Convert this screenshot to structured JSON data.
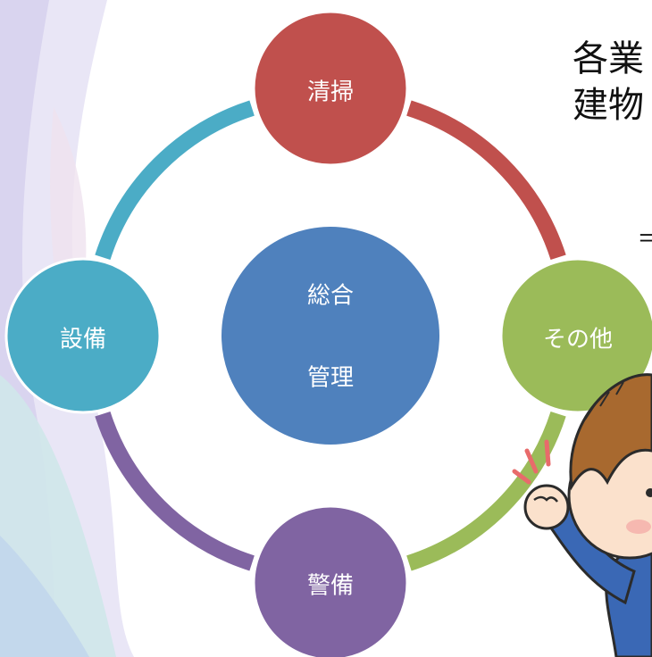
{
  "diagram": {
    "center": {
      "line1": "総合",
      "line2": "管理",
      "color": "#4f81bd"
    },
    "nodes": [
      {
        "id": "cleaning",
        "label": "清掃",
        "color": "#c0504d"
      },
      {
        "id": "other",
        "label": "その他",
        "color": "#9bbb59"
      },
      {
        "id": "security",
        "label": "警備",
        "color": "#8064a2"
      },
      {
        "id": "facility",
        "label": "設備",
        "color": "#4bacc6"
      }
    ],
    "ring_colors": [
      "#c0504d",
      "#9bbb59",
      "#8064a2",
      "#4bacc6"
    ]
  },
  "headline": {
    "line1": "各業",
    "line2": "建物"
  },
  "sub_text": "＝"
}
